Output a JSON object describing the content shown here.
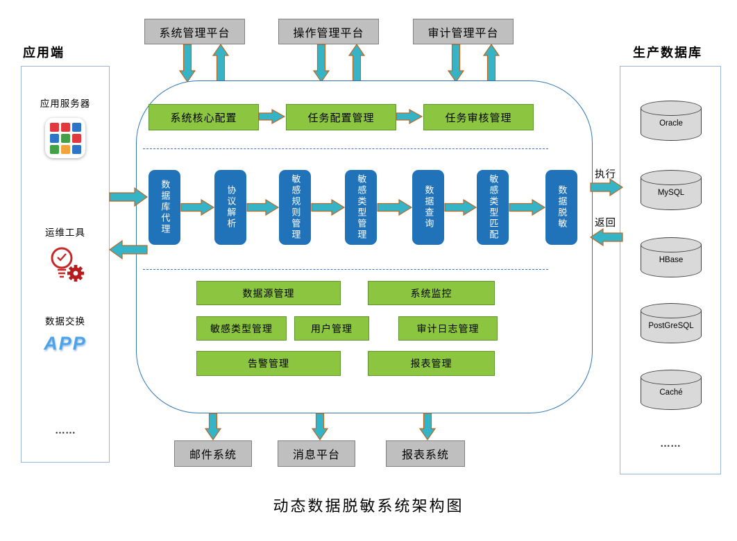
{
  "title": "动态数据脱敏系统架构图",
  "top_platforms": [
    "系统管理平台",
    "操作管理平台",
    "审计管理平台"
  ],
  "left_panel": {
    "header": "应用端",
    "items": [
      {
        "label": "应用服务器",
        "icon": "app-grid-icon"
      },
      {
        "label": "运维工具",
        "icon": "bulb-gear-icon"
      },
      {
        "label": "数据交换",
        "icon": "app-wordmark",
        "logo_text": "APP"
      }
    ],
    "more": "……"
  },
  "right_panel": {
    "header": "生产数据库",
    "databases": [
      "Oracle",
      "MySQL",
      "HBase",
      "PostGreSQL",
      "Caché"
    ],
    "more": "……"
  },
  "core": {
    "config_flow": [
      "系统核心配置",
      "任务配置管理",
      "任务审核管理"
    ],
    "pipeline": [
      "数据库代理",
      "协议解析",
      "敏感规则管理",
      "敏感类型管理",
      "数据查询",
      "敏感类型匹配",
      "数据脱敏"
    ],
    "management_rows": [
      [
        "数据源管理",
        "系统监控"
      ],
      [
        "敏感类型管理",
        "用户管理",
        "审计日志管理"
      ],
      [
        "告警管理",
        "报表管理"
      ]
    ]
  },
  "side_labels": {
    "execute": "执行",
    "back": "返回"
  },
  "bottom_systems": [
    "邮件系统",
    "消息平台",
    "报表系统"
  ],
  "colors": {
    "arrow_fill": "#35B4C7",
    "arrow_stroke": "#C0641E",
    "green_fill": "#8CC540",
    "green_border": "#5E9732",
    "blue_box": "#2173B9",
    "gray_fill": "#BFBFBF",
    "gray_border": "#7F7F7F",
    "frame_blue": "#2E75B6",
    "dash_blue": "#4472C4",
    "panel_border": "#9AB5D9",
    "app_logo_blue": "#4DA3E8"
  }
}
